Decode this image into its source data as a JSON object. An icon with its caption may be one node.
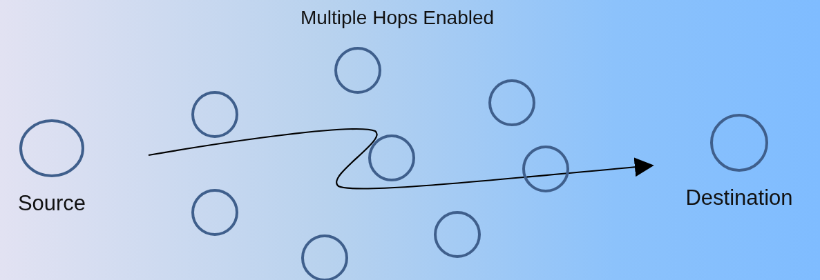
{
  "diagram": {
    "title": "Multiple Hops Enabled",
    "nodes": [
      {
        "text": [
          "Source"
        ]
      },
      {
        "text": [],
        "shape": "circle"
      },
      {
        "text": [],
        "shape": "circle"
      },
      {
        "text": [],
        "shape": "circle"
      },
      {
        "text": [],
        "shape": "circle"
      },
      {
        "text": [],
        "shape": "circle"
      },
      {
        "text": [],
        "shape": "circle"
      },
      {
        "text": [],
        "shape": "circle"
      },
      {
        "text": [],
        "shape": "circle"
      },
      {
        "text": [
          "Destination"
        ]
      }
    ]
  }
}
